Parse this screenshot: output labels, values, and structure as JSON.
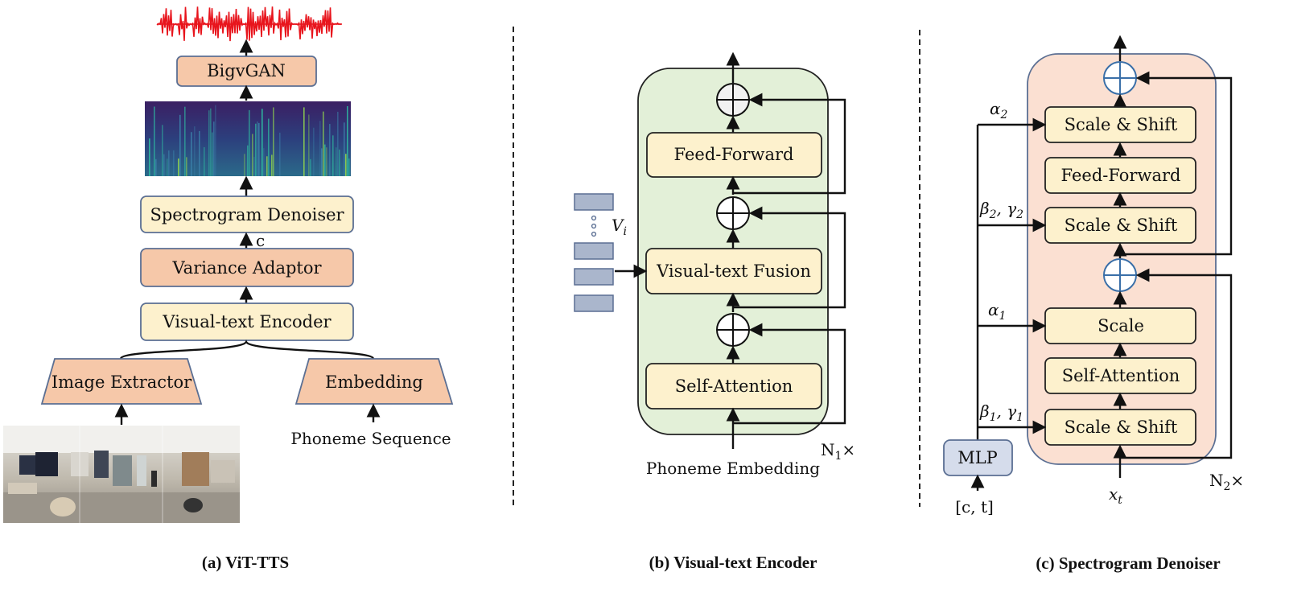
{
  "panel_a": {
    "bigvgan": "BigvGAN",
    "spectrogram_denoiser": "Spectrogram Denoiser",
    "c_label": "c",
    "variance_adaptor": "Variance Adaptor",
    "visual_text_encoder": "Visual-text Encoder",
    "image_extractor": "Image Extractor",
    "embedding": "Embedding",
    "phoneme_sequence": "Phoneme Sequence",
    "caption": "(a) ViT-TTS"
  },
  "panel_b": {
    "feed_forward": "Feed-Forward",
    "visual_text_fusion": "Visual-text Fusion",
    "self_attention": "Self-Attention",
    "vi_label": "V",
    "vi_sub": "i",
    "n1_label": "N",
    "n1_sub": "1",
    "n1_times": "×",
    "phoneme_embedding": "Phoneme Embedding",
    "caption": "(b) Visual-text Encoder"
  },
  "panel_c": {
    "scale_shift_top": "Scale & Shift",
    "feed_forward": "Feed-Forward",
    "scale_shift_mid": "Scale & Shift",
    "scale": "Scale",
    "self_attention": "Self-Attention",
    "scale_shift_bottom": "Scale & Shift",
    "mlp": "MLP",
    "ct_label": "[c, t]",
    "alpha2": "α",
    "alpha2_sub": "2",
    "beta2_gamma2": "β",
    "beta2_sub": "2",
    "gamma2": ", γ",
    "gamma2_sub": "2",
    "alpha1": "α",
    "alpha1_sub": "1",
    "beta1": "β",
    "beta1_sub": "1",
    "gamma1": ", γ",
    "gamma1_sub": "1",
    "xt": "x",
    "xt_sub": "t",
    "n2_label": "N",
    "n2_sub": "2",
    "n2_times": "×",
    "caption": "(c) Spectrogram Denoiser"
  },
  "colors": {
    "yellow_box": "#fdf1cd",
    "orange_box": "#f6c8a9",
    "green_panel": "#e3f0d8",
    "peach_panel": "#fbe0d2",
    "mlp_box": "#d5dceb",
    "waveform": "#e8141c",
    "adder_ring": "#3a6fa8"
  }
}
